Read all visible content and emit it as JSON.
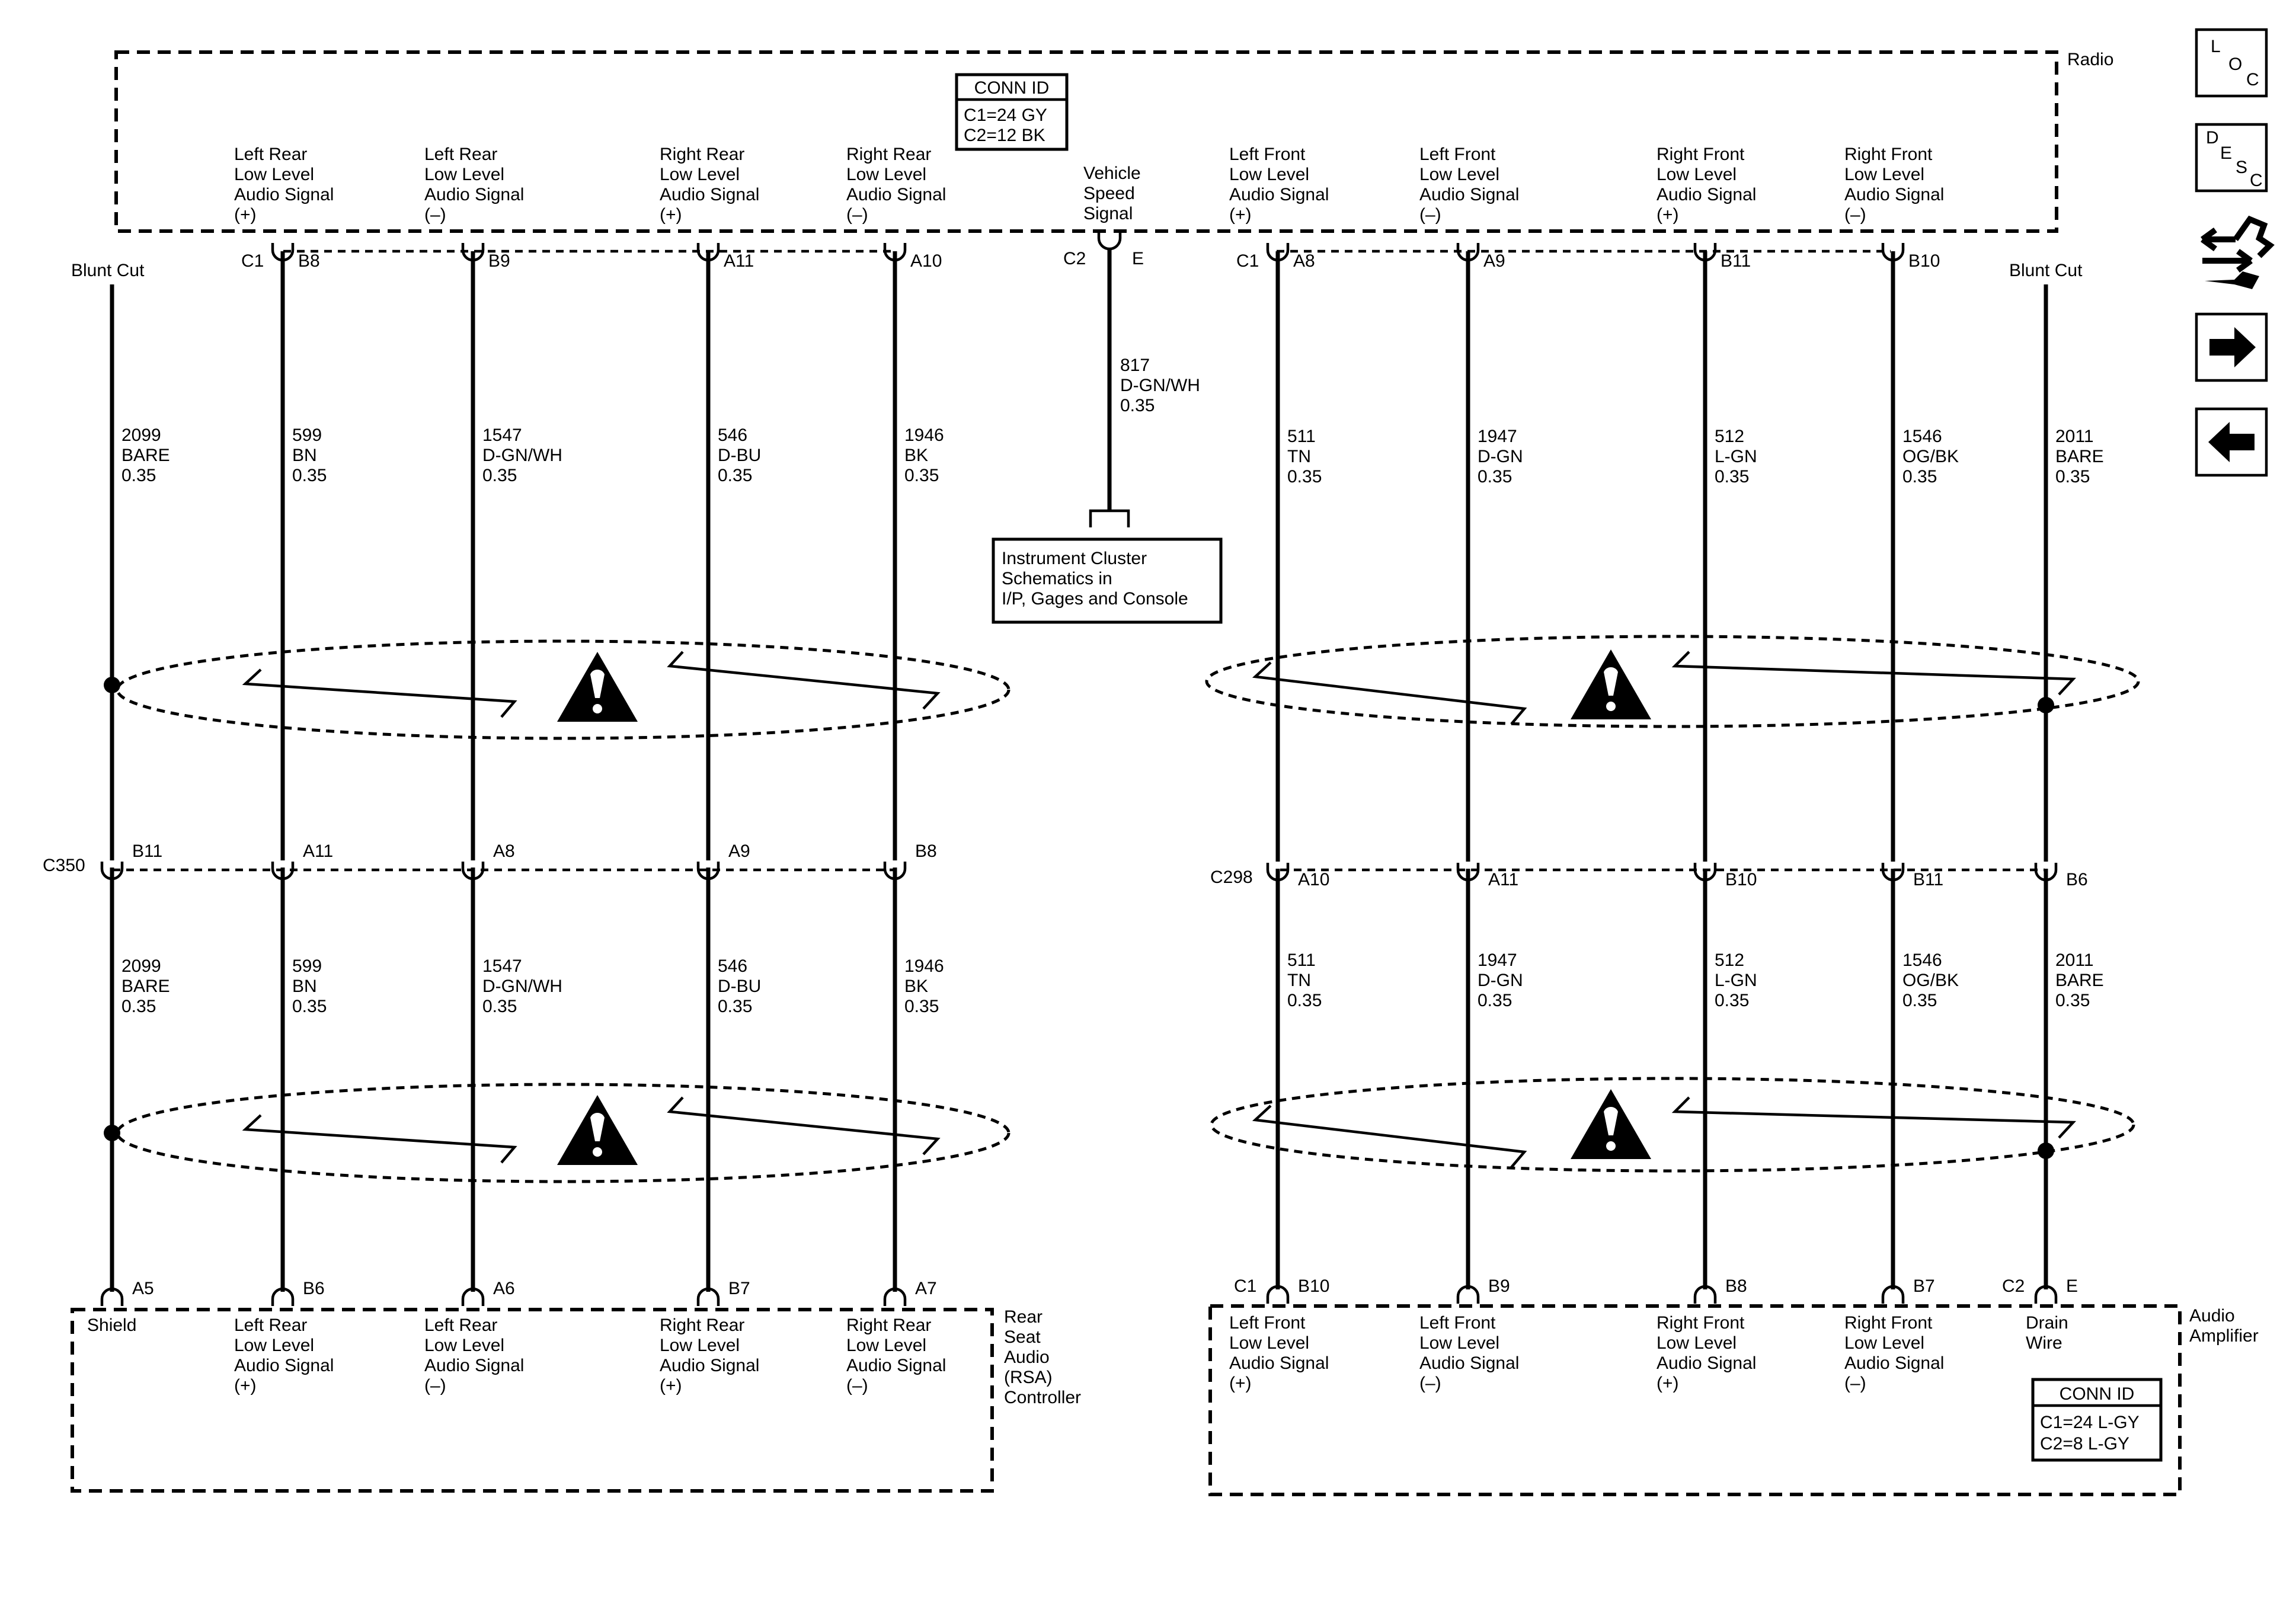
{
  "components": {
    "radio": {
      "name": "Radio"
    },
    "rsa": {
      "name_lines": [
        "Rear",
        "Seat",
        "Audio",
        "(RSA)",
        "Controller"
      ]
    },
    "amp": {
      "name_lines": [
        "Audio",
        "Amplifier"
      ]
    }
  },
  "conn_id": {
    "radio": {
      "title": "CONN ID",
      "lines": [
        "C1=24 GY",
        "C2=12 BK"
      ]
    },
    "amp": {
      "title": "CONN ID",
      "lines": [
        "C1=24 L-GY",
        "C2=8 L-GY"
      ]
    }
  },
  "inline_connectors": {
    "left": "C350",
    "right": "C298"
  },
  "labels": {
    "blunt_cut": "Blunt Cut",
    "instrument_ref": [
      "Instrument Cluster",
      "Schematics in",
      "I/P, Gages and Console"
    ]
  },
  "speed_wire": {
    "radio_signal": [
      "Vehicle",
      "Speed",
      "Signal"
    ],
    "conn": "C2",
    "pin": "E",
    "circuit": [
      "817",
      "D-GN/WH",
      "0.35"
    ]
  },
  "left_wires": [
    {
      "top_conn": "",
      "top_pin": "",
      "signal": [],
      "circuit": [
        "2099",
        "BARE",
        "0.35"
      ],
      "mid_pin": "B11",
      "bot_conn": "",
      "bot_pin": "A5",
      "bottom_signal": [
        "Shield"
      ]
    },
    {
      "top_conn": "C1",
      "top_pin": "B8",
      "signal": [
        "Left Rear",
        "Low Level",
        "Audio Signal",
        "(+)"
      ],
      "circuit": [
        "599",
        "BN",
        "0.35"
      ],
      "mid_pin": "A11",
      "bot_conn": "",
      "bot_pin": "B6",
      "bottom_signal": [
        "Left Rear",
        "Low Level",
        "Audio Signal",
        "(+)"
      ]
    },
    {
      "top_conn": "",
      "top_pin": "B9",
      "signal": [
        "Left Rear",
        "Low Level",
        "Audio Signal",
        "(–)"
      ],
      "circuit": [
        "1547",
        "D-GN/WH",
        "0.35"
      ],
      "mid_pin": "A8",
      "bot_conn": "",
      "bot_pin": "A6",
      "bottom_signal": [
        "Left Rear",
        "Low Level",
        "Audio Signal",
        "(–)"
      ]
    },
    {
      "top_conn": "",
      "top_pin": "A11",
      "signal": [
        "Right Rear",
        "Low Level",
        "Audio Signal",
        "(+)"
      ],
      "circuit": [
        "546",
        "D-BU",
        "0.35"
      ],
      "mid_pin": "A9",
      "bot_conn": "",
      "bot_pin": "B7",
      "bottom_signal": [
        "Right Rear",
        "Low Level",
        "Audio Signal",
        "(+)"
      ]
    },
    {
      "top_conn": "",
      "top_pin": "A10",
      "signal": [
        "Right Rear",
        "Low Level",
        "Audio Signal",
        "(–)"
      ],
      "circuit": [
        "1946",
        "BK",
        "0.35"
      ],
      "mid_pin": "B8",
      "bot_conn": "",
      "bot_pin": "A7",
      "bottom_signal": [
        "Right Rear",
        "Low Level",
        "Audio Signal",
        "(–)"
      ]
    }
  ],
  "right_wires": [
    {
      "top_conn": "C1",
      "top_pin": "A8",
      "signal": [
        "Left Front",
        "Low Level",
        "Audio Signal",
        "(+)"
      ],
      "circuit": [
        "511",
        "TN",
        "0.35"
      ],
      "mid_pin": "A10",
      "bot_conn": "C1",
      "bot_pin": "B10",
      "bottom_signal": [
        "Left Front",
        "Low Level",
        "Audio Signal",
        "(+)"
      ]
    },
    {
      "top_conn": "",
      "top_pin": "A9",
      "signal": [
        "Left Front",
        "Low Level",
        "Audio Signal",
        "(–)"
      ],
      "circuit": [
        "1947",
        "D-GN",
        "0.35"
      ],
      "mid_pin": "A11",
      "bot_conn": "",
      "bot_pin": "B9",
      "bottom_signal": [
        "Left Front",
        "Low Level",
        "Audio Signal",
        "(–)"
      ]
    },
    {
      "top_conn": "",
      "top_pin": "B11",
      "signal": [
        "Right Front",
        "Low Level",
        "Audio Signal",
        "(+)"
      ],
      "circuit": [
        "512",
        "L-GN",
        "0.35"
      ],
      "mid_pin": "B10",
      "bot_conn": "",
      "bot_pin": "B8",
      "bottom_signal": [
        "Right Front",
        "Low Level",
        "Audio Signal",
        "(+)"
      ]
    },
    {
      "top_conn": "",
      "top_pin": "B10",
      "signal": [
        "Right Front",
        "Low Level",
        "Audio Signal",
        "(–)"
      ],
      "circuit": [
        "1546",
        "OG/BK",
        "0.35"
      ],
      "mid_pin": "B11",
      "bot_conn": "",
      "bot_pin": "B7",
      "bottom_signal": [
        "Right Front",
        "Low Level",
        "Audio Signal",
        "(–)"
      ]
    },
    {
      "top_conn": "",
      "top_pin": "",
      "signal": [],
      "circuit": [
        "2011",
        "BARE",
        "0.35"
      ],
      "mid_pin": "B6",
      "bot_conn": "C2",
      "bot_pin": "E",
      "bottom_signal": [
        "Drain",
        "Wire"
      ]
    }
  ],
  "nav_icons": [
    {
      "name": "loc-icon",
      "letters": [
        "L",
        "O",
        "C"
      ]
    },
    {
      "name": "desc-icon",
      "letters": [
        "D",
        "E",
        "S",
        "C"
      ]
    },
    {
      "name": "harness-icon"
    },
    {
      "name": "next-arrow-icon"
    },
    {
      "name": "prev-arrow-icon"
    }
  ]
}
